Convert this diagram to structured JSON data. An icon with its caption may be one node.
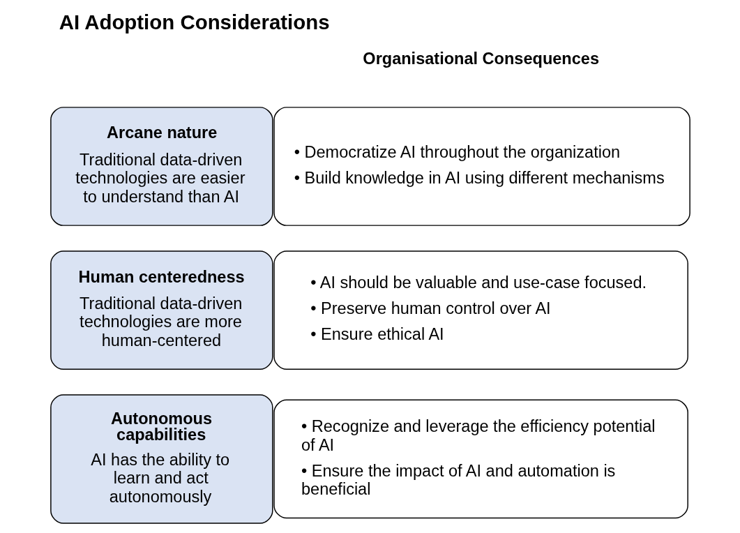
{
  "diagram": {
    "title": "AI Adoption Considerations",
    "nodes": [
      {
        "text": [
          "Arcane nature",
          "Traditional data-driven technologies are easier to understand than AI"
        ]
      },
      {
        "text": [
          "• Democratize AI throughout the organization",
          "• Build knowledge in AI using different mechanisms"
        ]
      },
      {
        "text": [
          "Human centeredness",
          "Traditional data-driven technologies are more human-centered"
        ]
      },
      {
        "text": [
          "• AI should be valuable and use-case focused.",
          "• Preserve human control over AI",
          "• Ensure ethical AI"
        ]
      },
      {
        "text": [
          "Autonomous capabilities",
          "AI has the ability to learn and act autonomously"
        ]
      },
      {
        "text": [
          "• Recognize and leverage the efficiency potential of AI",
          "• Ensure the impact of AI and automation is beneficial"
        ]
      }
    ],
    "edges": [],
    "labels": [
      "Organisational Consequences"
    ]
  }
}
